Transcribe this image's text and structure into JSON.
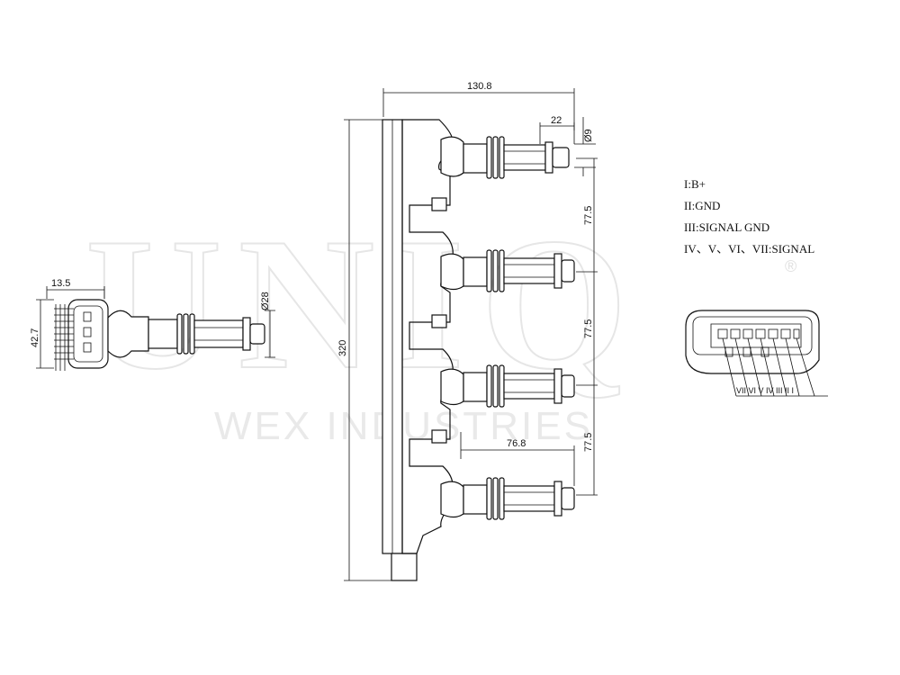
{
  "watermark": {
    "brand": "UNIQ",
    "registered": "®",
    "company": "WEX INDUSTRIES"
  },
  "dimensions": {
    "side_width": "13.5",
    "side_height": "42.7",
    "boot_diameter": "Ø28",
    "overall_width": "130.8",
    "terminal_length": "22",
    "terminal_diameter": "Ø9",
    "total_length": "320",
    "pitch_1": "77.5",
    "pitch_2": "77.5",
    "pitch_3": "77.5",
    "boot_offset": "76.8"
  },
  "pinout": {
    "items": [
      "I:B+",
      "II:GND",
      "III:SIGNAL GND",
      "IV、V、VI、VII:SIGNAL"
    ],
    "connector_labels": "VII VI V IV III II I"
  }
}
